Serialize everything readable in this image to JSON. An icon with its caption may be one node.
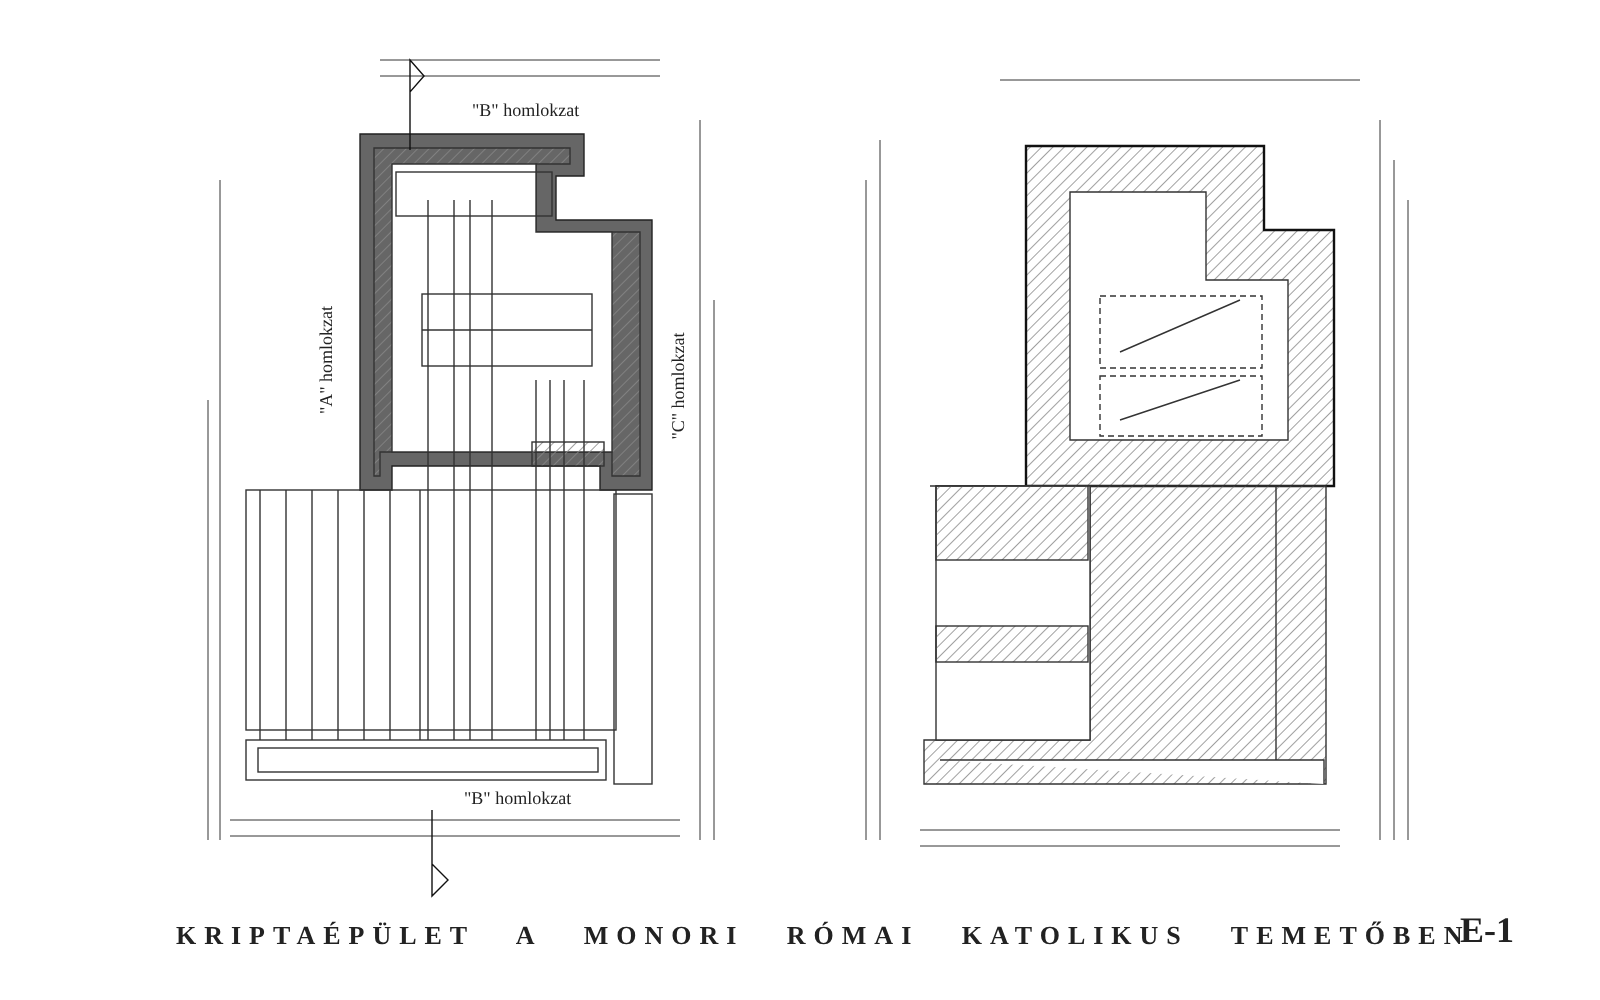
{
  "diagram": {
    "title": "KRIPTAÉPÜLET A MONORI RÓMAI KATOLIKUS TEMETŐBEN",
    "labels": [
      "\"B\" homlokzat",
      "\"A\" homlokzat",
      "\"C\" homlokzat",
      "\"B\" homlokzat",
      "E-1"
    ]
  }
}
